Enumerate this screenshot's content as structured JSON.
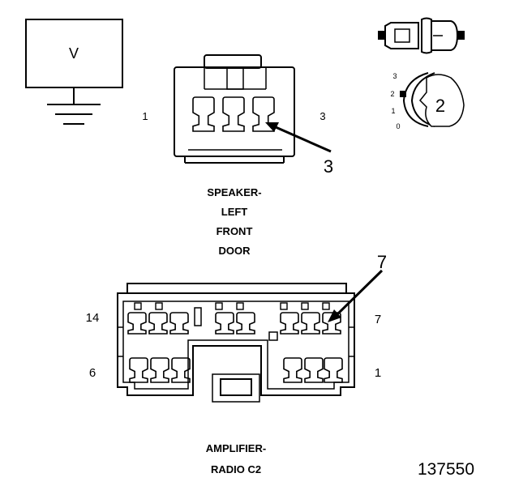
{
  "meter": {
    "label": "V"
  },
  "speaker_connector": {
    "name_lines": [
      "SPEAKER-",
      "LEFT",
      "FRONT",
      "DOOR"
    ],
    "pin_left": "1",
    "pin_right": "3",
    "callout": "3"
  },
  "inset": {
    "callout": "2",
    "positions": [
      "3",
      "2",
      "1",
      "0"
    ]
  },
  "amplifier_connector": {
    "name_lines": [
      "AMPLIFIER-",
      "RADIO C2"
    ],
    "pin_top_left": "14",
    "pin_top_right": "7",
    "pin_bottom_left": "6",
    "pin_bottom_right": "1",
    "callout": "7"
  },
  "figure_number": "137550"
}
